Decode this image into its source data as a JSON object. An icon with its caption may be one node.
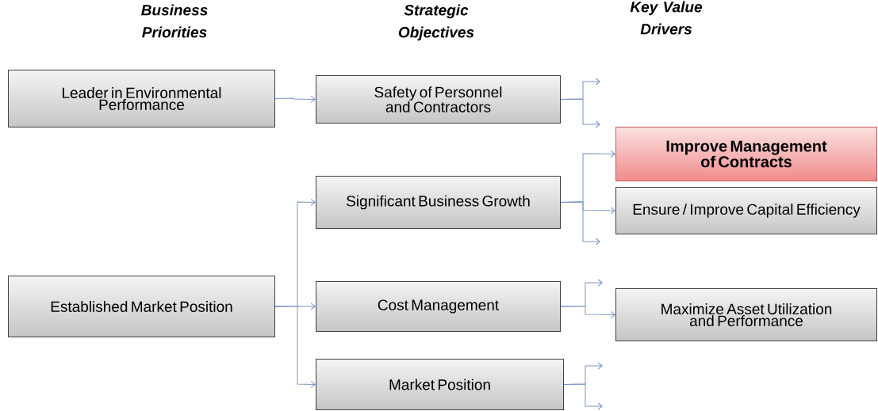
{
  "diagram": {
    "nodes": [
      {
        "text": [
          "Leader in Environmental Performance"
        ]
      },
      {
        "text": [
          "Established Market Position"
        ]
      },
      {
        "text": [
          "Safety of Personnel and Contractors"
        ]
      },
      {
        "text": [
          "Significant Business Growth"
        ]
      },
      {
        "text": [
          "Cost Management"
        ]
      },
      {
        "text": [
          "Market Position"
        ]
      },
      {
        "text": [
          "Improve Management of Contracts"
        ]
      },
      {
        "text": [
          "Ensure / Improve Capital Efficiency"
        ]
      },
      {
        "text": [
          "Maximize Asset Utilization and Performance"
        ]
      }
    ],
    "edges": [
      {
        "from": 0,
        "to": 2,
        "arrow": "to"
      },
      {
        "from": 1,
        "to": 3,
        "arrow": "to"
      },
      {
        "from": 1,
        "to": 4,
        "arrow": "to"
      },
      {
        "from": 1,
        "to": 5,
        "arrow": "to"
      },
      {
        "from": 2,
        "to": null,
        "arrow": "to"
      },
      {
        "from": 2,
        "to": null,
        "arrow": "to"
      },
      {
        "from": 3,
        "to": 6,
        "arrow": "to"
      },
      {
        "from": 3,
        "to": 7,
        "arrow": "to"
      },
      {
        "from": 3,
        "to": null,
        "arrow": "to"
      },
      {
        "from": 4,
        "to": null,
        "arrow": "to"
      },
      {
        "from": 4,
        "to": 8,
        "arrow": "to"
      },
      {
        "from": 5,
        "to": null,
        "arrow": "to"
      },
      {
        "from": 5,
        "to": null,
        "arrow": "to"
      }
    ],
    "labels": [
      "Business Priorities",
      "Strategic Objectives",
      "Key Value Drivers"
    ]
  }
}
